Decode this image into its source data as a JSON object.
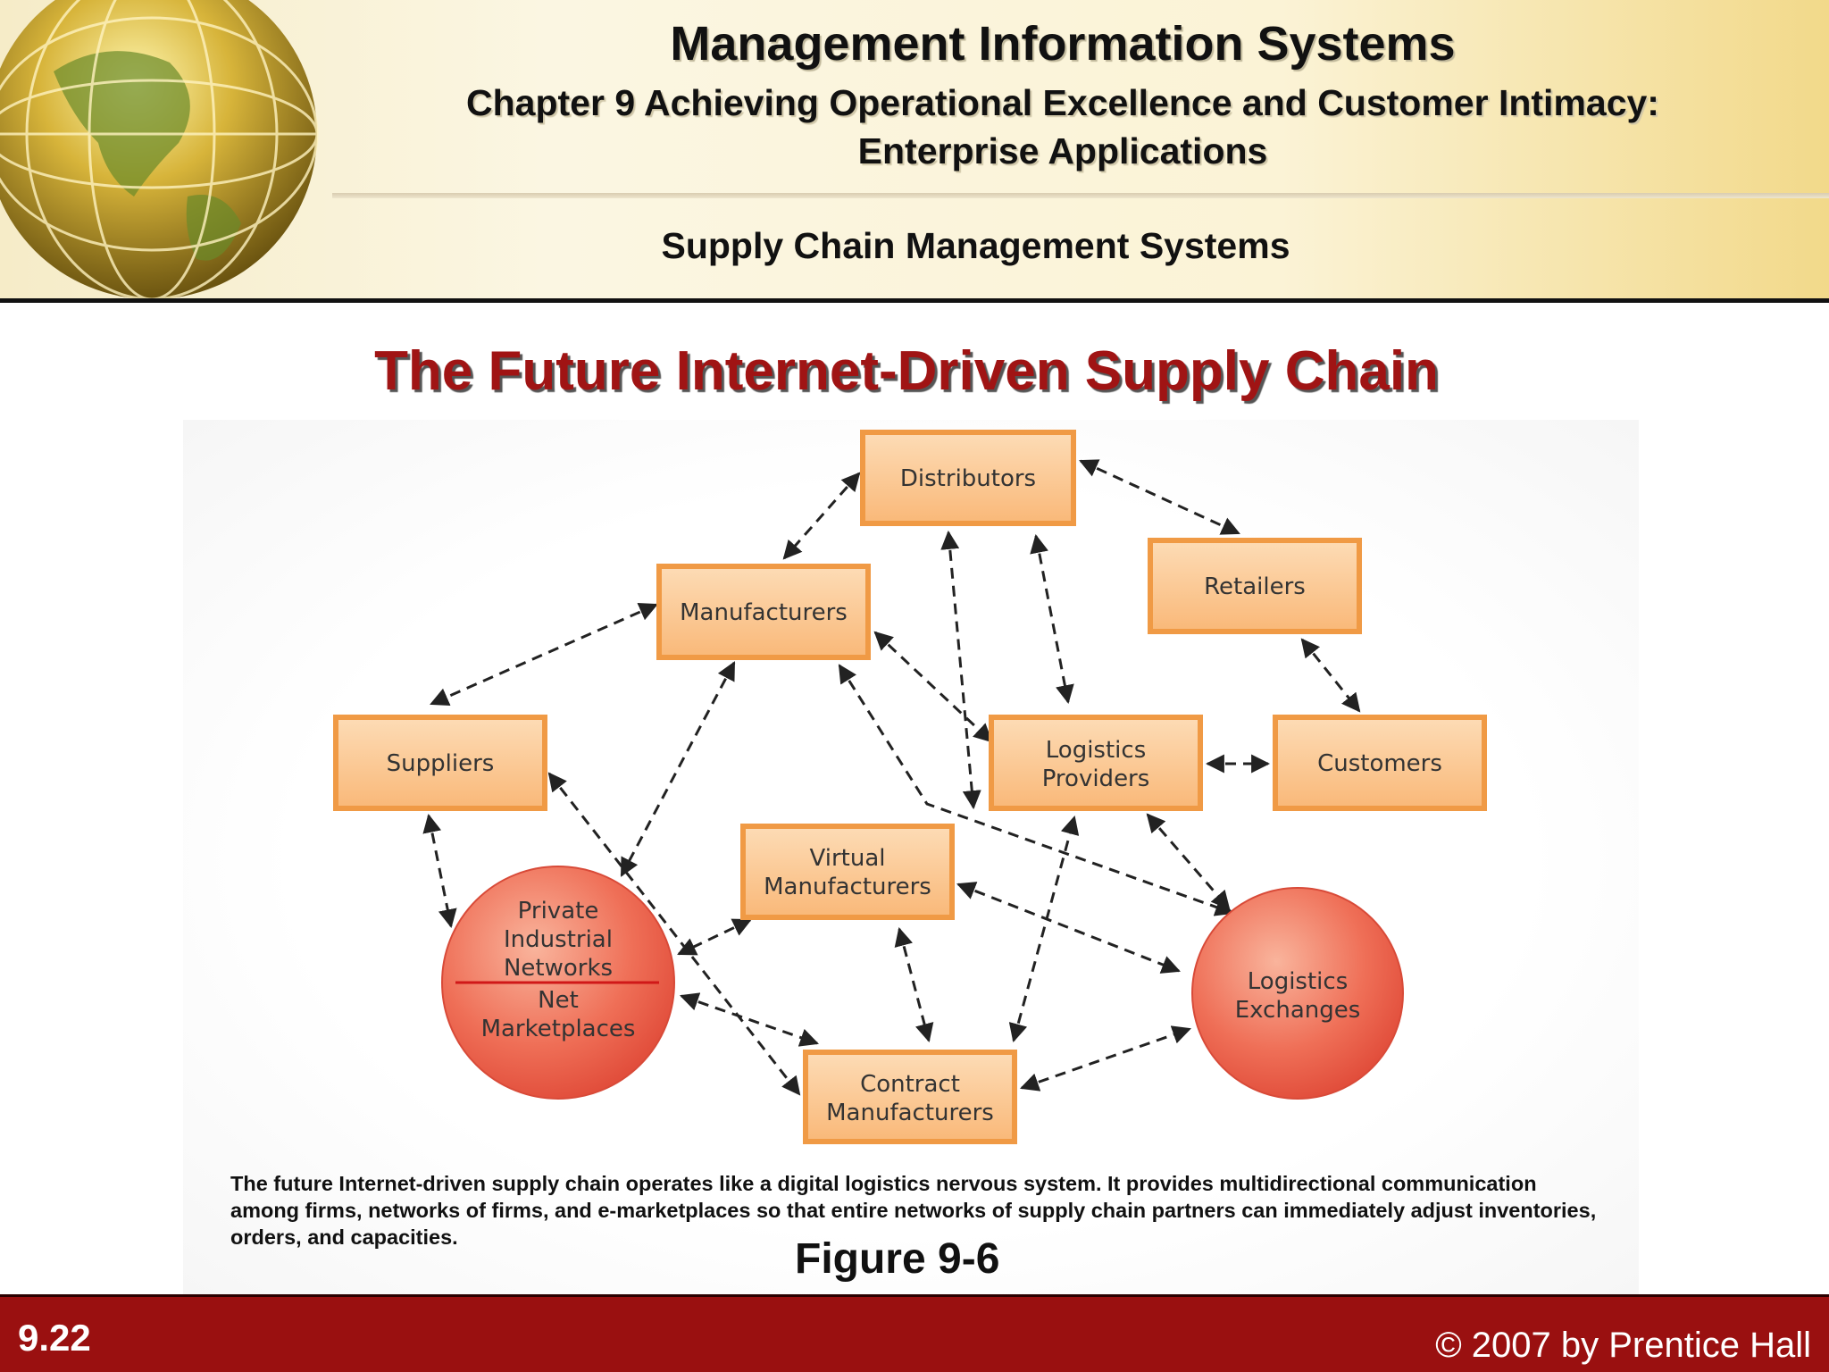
{
  "header": {
    "title": "Management Information Systems",
    "chapter_line1": "Chapter 9 Achieving Operational Excellence and Customer Intimacy:",
    "chapter_line2": "Enterprise Applications",
    "section": "Supply Chain Management Systems"
  },
  "slide_title": "The Future Internet-Driven Supply Chain",
  "diagram": {
    "nodes": {
      "distributors": "Distributors",
      "retailers": "Retailers",
      "manufacturers": "Manufacturers",
      "suppliers": "Suppliers",
      "logistics_providers_1": "Logistics",
      "logistics_providers_2": "Providers",
      "customers": "Customers",
      "virtual_manufacturers_1": "Virtual",
      "virtual_manufacturers_2": "Manufacturers",
      "private_networks_1": "Private",
      "private_networks_2": "Industrial",
      "private_networks_3": "Networks",
      "net_marketplaces_1": "Net",
      "net_marketplaces_2": "Marketplaces",
      "logistics_exchanges_1": "Logistics",
      "logistics_exchanges_2": "Exchanges",
      "contract_manufacturers_1": "Contract",
      "contract_manufacturers_2": "Manufacturers"
    },
    "colors": {
      "box_fill": "#fbc18a",
      "box_edge": "#f09a45",
      "circle_fill": "#f2735c"
    }
  },
  "caption": "The future Internet-driven supply chain operates like a digital logistics nervous system. It provides multidirectional communication among firms, networks of firms, and e-marketplaces so that entire networks of supply chain partners can immediately adjust inventories, orders, and capacities.",
  "figure_label": "Figure 9-6",
  "footer": {
    "page": "9.22",
    "copyright": "© 2007 by Prentice Hall"
  }
}
